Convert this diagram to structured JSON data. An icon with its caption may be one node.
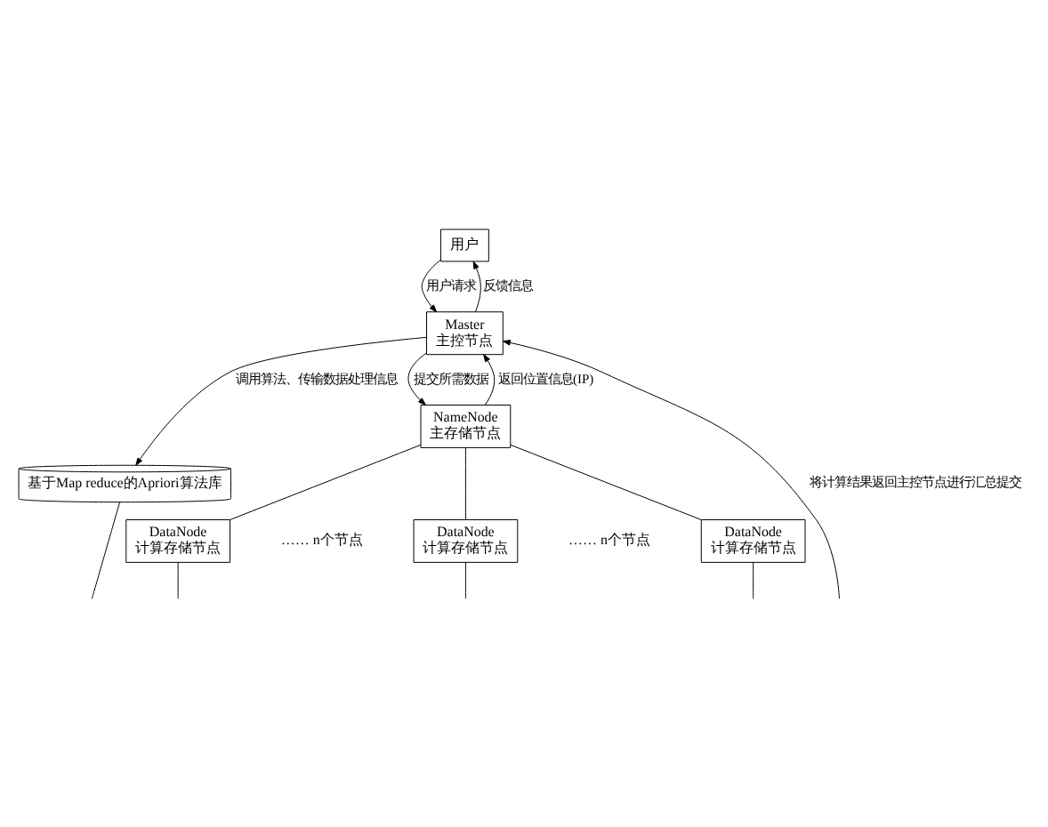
{
  "diagram": {
    "nodes": [
      {
        "text": [
          "用户"
        ]
      },
      {
        "text": [
          "Master",
          "主控节点"
        ]
      },
      {
        "text": [
          "基于Map reduce的Apriori算法库"
        ]
      },
      {
        "text": [
          "NameNode",
          "主存储节点"
        ]
      },
      {
        "text": [
          "DataNode",
          "计算存储节点"
        ]
      },
      {
        "text": [
          "DataNode",
          "计算存储节点"
        ]
      },
      {
        "text": [
          "DataNode",
          "计算存储节点"
        ]
      }
    ],
    "edges": [
      {
        "from": 0,
        "to": 1,
        "arrow": "to",
        "label": "用户请求"
      },
      {
        "from": 1,
        "to": 0,
        "arrow": "to",
        "label": "反馈信息"
      },
      {
        "from": 1,
        "to": 2,
        "arrow": "to",
        "label": "调用算法、传输数据处理信息"
      },
      {
        "from": 1,
        "to": 3,
        "arrow": "to",
        "label": "提交所需数据"
      },
      {
        "from": 3,
        "to": 1,
        "arrow": "to",
        "label": "返回位置信息(IP)"
      },
      {
        "from": 3,
        "to": 4,
        "arrow": "none"
      },
      {
        "from": 3,
        "to": 5,
        "arrow": "none"
      },
      {
        "from": 3,
        "to": 6,
        "arrow": "none"
      },
      {
        "from": 2,
        "to": null,
        "arrow": "none"
      },
      {
        "from": 4,
        "to": null,
        "arrow": "none"
      },
      {
        "from": 5,
        "to": null,
        "arrow": "none"
      },
      {
        "from": 6,
        "to": null,
        "arrow": "none"
      },
      {
        "from": null,
        "to": 1,
        "arrow": "to",
        "label": "将计算结果返回主控节点进行汇总提交"
      }
    ],
    "labels": [
      "…… n个节点",
      "…… n个节点"
    ]
  }
}
